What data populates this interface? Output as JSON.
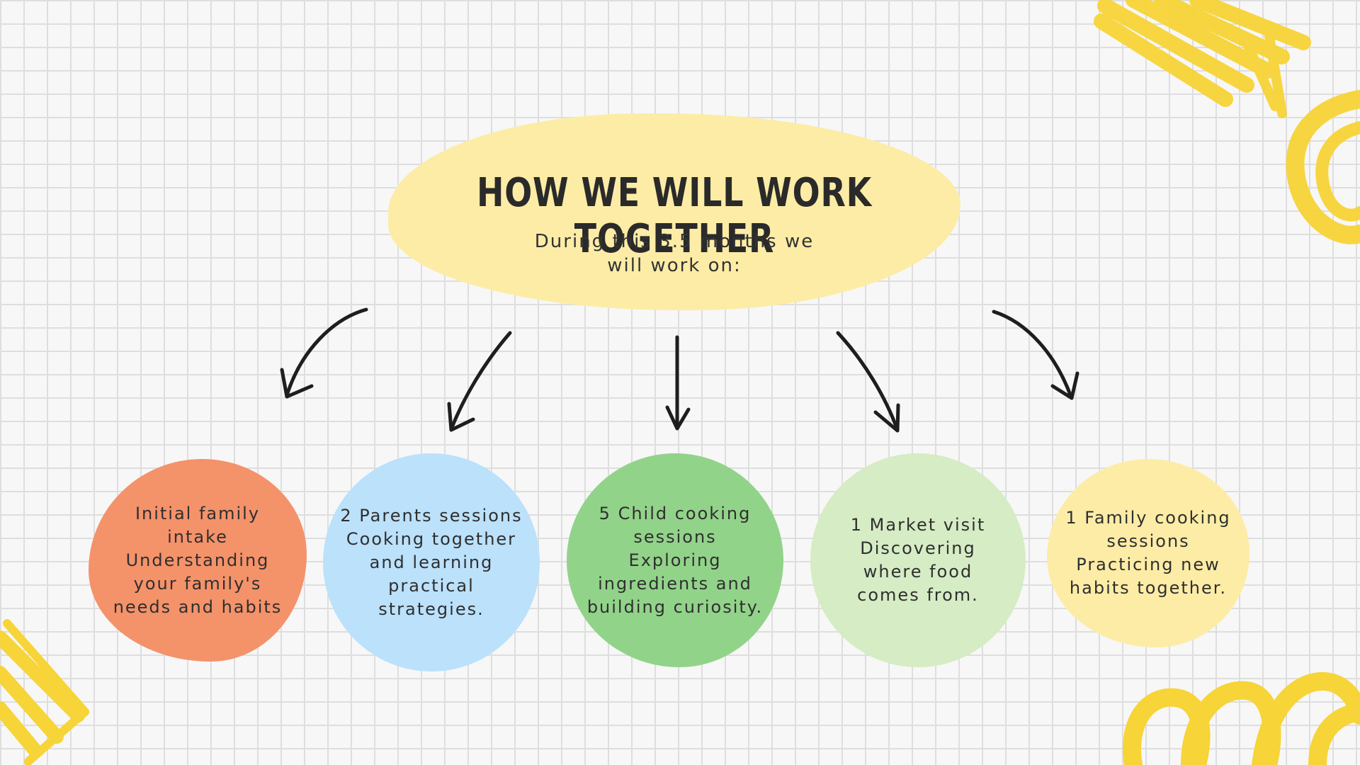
{
  "title": "HOW WE WILL WORK TOGETHER",
  "subtitle": {
    "line1": "During this 3.5 months we",
    "line2": "will work on:"
  },
  "steps": [
    {
      "lines": [
        "Initial family",
        "intake",
        "Understanding",
        "your family's",
        "needs and habits"
      ],
      "color": "#f4926a"
    },
    {
      "lines": [
        "2 Parents sessions",
        "Cooking together",
        "and learning",
        "practical",
        "strategies."
      ],
      "color": "#bbe1fb"
    },
    {
      "lines": [
        "5 Child cooking",
        "sessions",
        "Exploring",
        "ingredients and",
        "building curiosity."
      ],
      "color": "#92d38a"
    },
    {
      "lines": [
        "1 Market visit",
        "Discovering",
        "where food",
        "comes from."
      ],
      "color": "#d5ecc4"
    },
    {
      "lines": [
        "1 Family cooking",
        "sessions",
        "Practicing new",
        "habits together."
      ],
      "color": "#fdeca6"
    }
  ],
  "colors": {
    "accent_yellow": "#f7d437",
    "title_blob": "#fdeca6",
    "arrow": "#1e1e1e"
  },
  "icons": [
    "arrow-down-left-icon",
    "arrow-down-left-icon",
    "arrow-down-icon",
    "arrow-down-right-icon",
    "arrow-down-right-icon"
  ]
}
